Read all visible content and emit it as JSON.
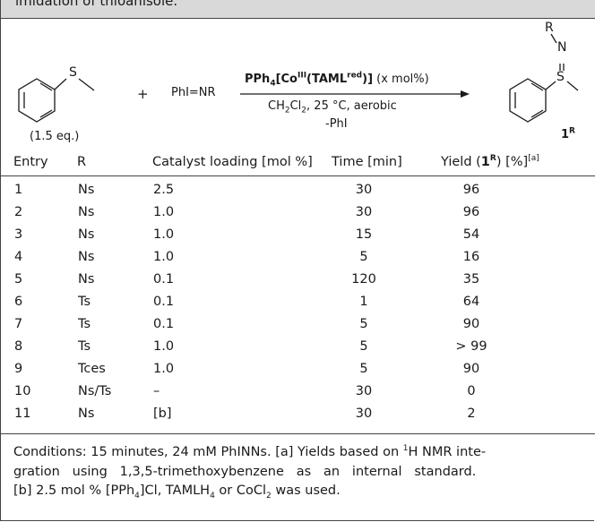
{
  "caption": {
    "text": "imidation of thioanisole."
  },
  "scheme": {
    "reactant_amount": "(1.5 eq.)",
    "plus": "+",
    "reagent": "PhI=NR",
    "catalyst_prefix": "PPh",
    "catalyst_sub1": "4",
    "catalyst_mid": "[Co",
    "catalyst_sup1": "III",
    "catalyst_mid2": "(TAML",
    "catalyst_sup2": "red",
    "catalyst_close": ")]",
    "catalyst_loading": " (x mol%)",
    "solvent_a": "CH",
    "solvent_sub": "2",
    "solvent_b": "Cl",
    "solvent_sub2": "2",
    "solvent_c": ", 25 °C, aerobic",
    "byproduct": "-PhI",
    "product_label": "1",
    "product_sup": "R",
    "atom_s": "S",
    "atom_n": "N",
    "atom_r": "R"
  },
  "table": {
    "headers": {
      "entry": "Entry",
      "r": "R",
      "catalyst": "Catalyst loading [mol %]",
      "time": "Time [min]",
      "yield_a": "Yield (",
      "yield_b": "1",
      "yield_c": "R",
      "yield_d": ") [%]",
      "yield_e": "[a]"
    },
    "rows": [
      {
        "entry": "1",
        "r": "Ns",
        "catalyst": "2.5",
        "time": "30",
        "yield": "96"
      },
      {
        "entry": "2",
        "r": "Ns",
        "catalyst": "1.0",
        "time": "30",
        "yield": "96"
      },
      {
        "entry": "3",
        "r": "Ns",
        "catalyst": "1.0",
        "time": "15",
        "yield": "54"
      },
      {
        "entry": "4",
        "r": "Ns",
        "catalyst": "1.0",
        "time": "5",
        "yield": "16"
      },
      {
        "entry": "5",
        "r": "Ns",
        "catalyst": "0.1",
        "time": "120",
        "yield": "35"
      },
      {
        "entry": "6",
        "r": "Ts",
        "catalyst": "0.1",
        "time": "1",
        "yield": "64"
      },
      {
        "entry": "7",
        "r": "Ts",
        "catalyst": "0.1",
        "time": "5",
        "yield": "90"
      },
      {
        "entry": "8",
        "r": "Ts",
        "catalyst": "1.0",
        "time": "5",
        "yield": "> 99"
      },
      {
        "entry": "9",
        "r": "Tces",
        "catalyst": "1.0",
        "time": "5",
        "yield": "90"
      },
      {
        "entry": "10",
        "r": "Ns/Ts",
        "catalyst": "–",
        "time": "30",
        "yield": "0"
      },
      {
        "entry": "11",
        "r": "Ns",
        "catalyst": "[b]",
        "time": "30",
        "yield": "2"
      }
    ]
  },
  "footnote": {
    "l1a": "Conditions: 15 minutes, 24 mM PhINNs. [a] Yields based on ",
    "l1sup": "1",
    "l1b": "H NMR inte-",
    "l2": "gration   using   1,3,5-trimethoxybenzene   as   an   internal   standard.",
    "l3a": "[b] 2.5 mol % [PPh",
    "l3sub": "4",
    "l3b": "]Cl, TAMLH",
    "l3sub2": "4",
    "l3c": " or CoCl",
    "l3sub3": "2",
    "l3d": " was used."
  }
}
